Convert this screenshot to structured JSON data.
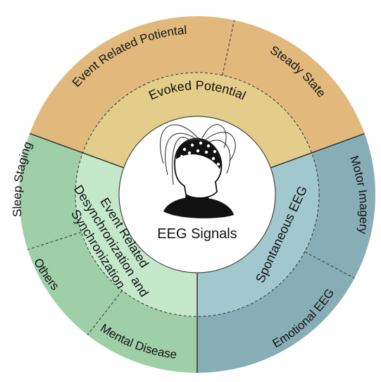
{
  "center": {
    "label": "EEG Signals"
  },
  "inner_ring": {
    "evoked": "Evoked Potential",
    "erd_line1": "Event Related",
    "erd_line2": "Desynchronization and",
    "erd_line3": "Synchronization",
    "spontaneous": "Spontaneous EEG"
  },
  "outer_ring": {
    "erp": "Event Related Potiental",
    "steady": "Steady State",
    "motor": "Motor Imagery",
    "emotional": "Emotional EEG",
    "mental": "Mental Disease",
    "others": "Others",
    "sleep": "Sleep Staging"
  },
  "colors": {
    "evoked_outer": "#e2b97d",
    "evoked_inner": "#e3cd8a",
    "erd_outer": "#9ecfa8",
    "erd_inner": "#c5e8cb",
    "spont_outer": "#87aeb7",
    "spont_inner": "#a2c8cf"
  },
  "icons": [
    "eeg-cap-head-icon"
  ]
}
